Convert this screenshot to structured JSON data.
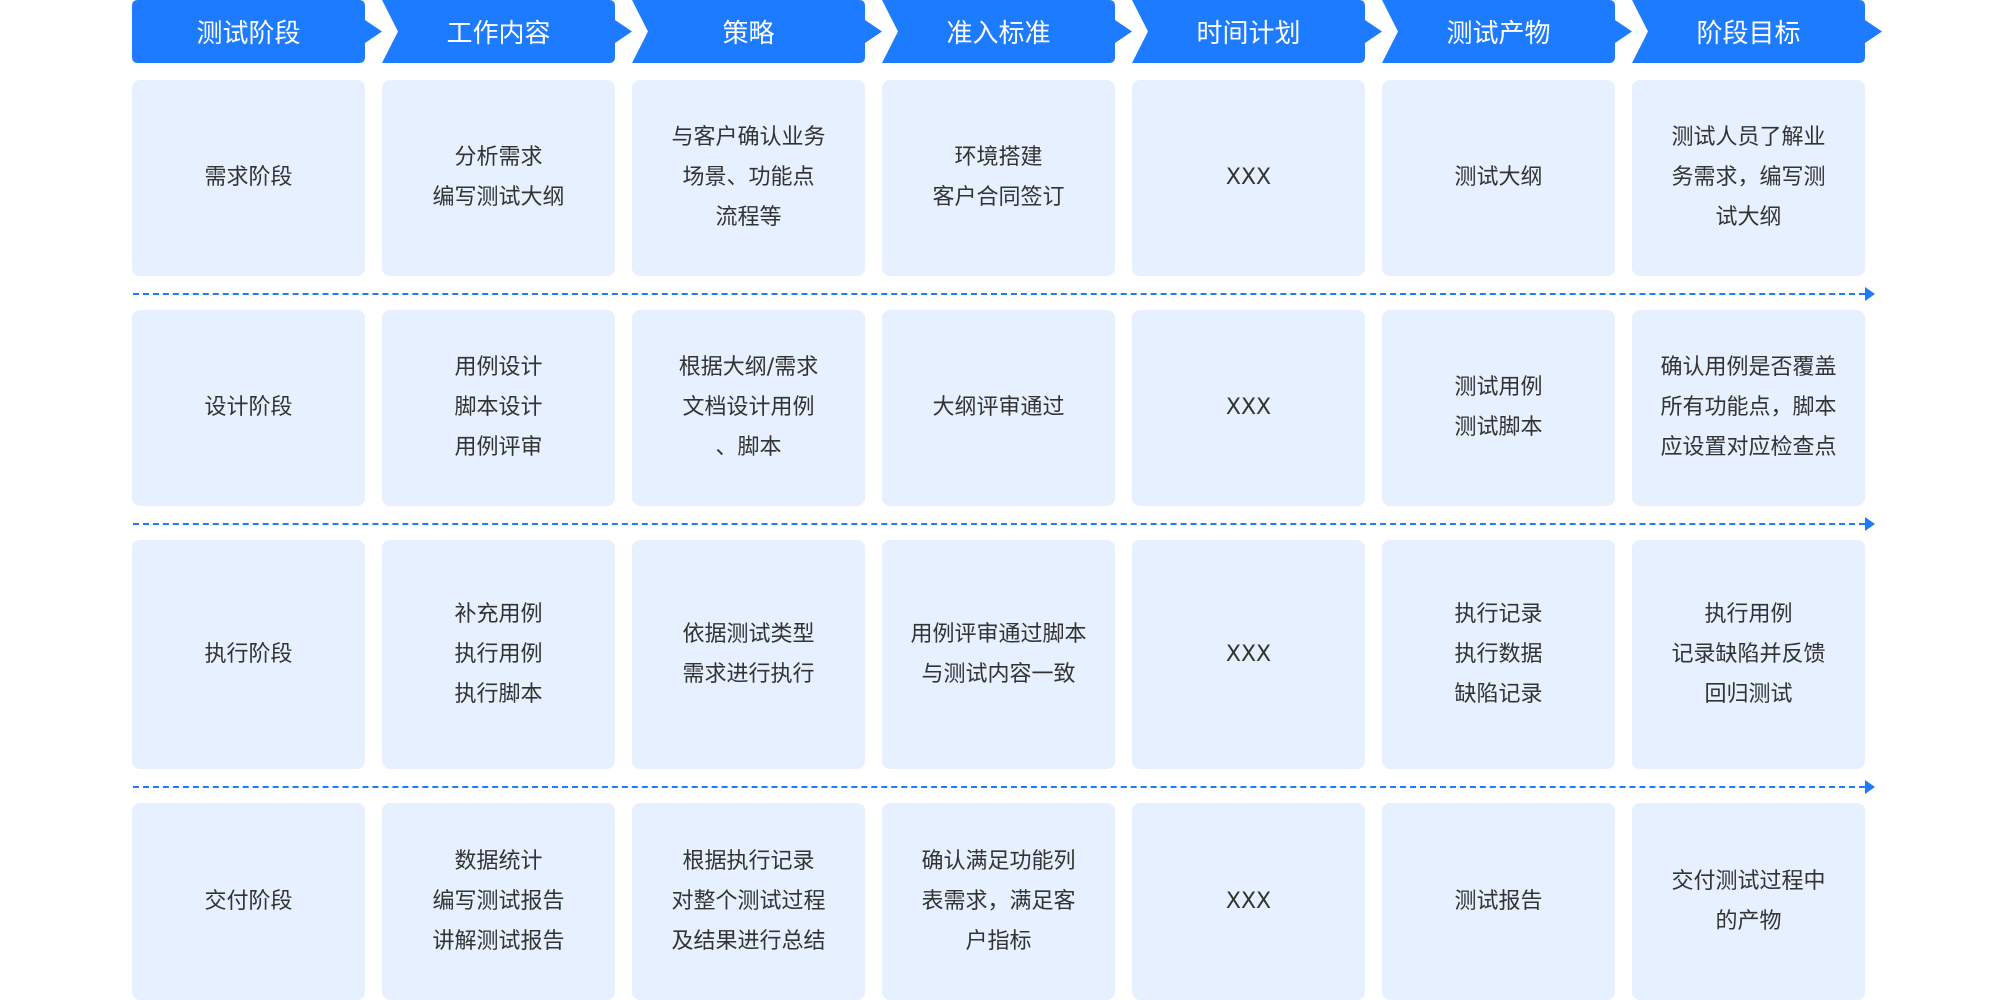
{
  "accent": "#1c7bff",
  "headers": [
    "测试阶段",
    "工作内容",
    "策略",
    "准入标准",
    "时间计划",
    "测试产物",
    "阶段目标"
  ],
  "rows": [
    [
      "需求阶段",
      "分析需求\n编写测试大纲",
      "与客户确认业务\n场景、功能点\n流程等",
      "环境搭建\n客户合同签订",
      "XXX",
      "测试大纲",
      "测试人员了解业\n务需求，编写测\n试大纲"
    ],
    [
      "设计阶段",
      "用例设计\n脚本设计\n用例评审",
      "根据大纲/需求\n文档设计用例\n、脚本",
      "大纲评审通过",
      "XXX",
      "测试用例\n测试脚本",
      "确认用例是否覆盖\n所有功能点，脚本\n应设置对应检查点"
    ],
    [
      "执行阶段",
      "补充用例\n执行用例\n执行脚本",
      "依据测试类型\n需求进行执行",
      "用例评审通过脚本\n与测试内容一致",
      "XXX",
      "执行记录\n执行数据\n缺陷记录",
      "执行用例\n记录缺陷并反馈\n回归测试"
    ],
    [
      "交付阶段",
      "数据统计\n编写测试报告\n讲解测试报告",
      "根据执行记录\n对整个测试过程\n及结果进行总结",
      "确认满足功能列\n表需求，满足客\n户指标",
      "XXX",
      "测试报告",
      "交付测试过程中\n的产物"
    ]
  ]
}
